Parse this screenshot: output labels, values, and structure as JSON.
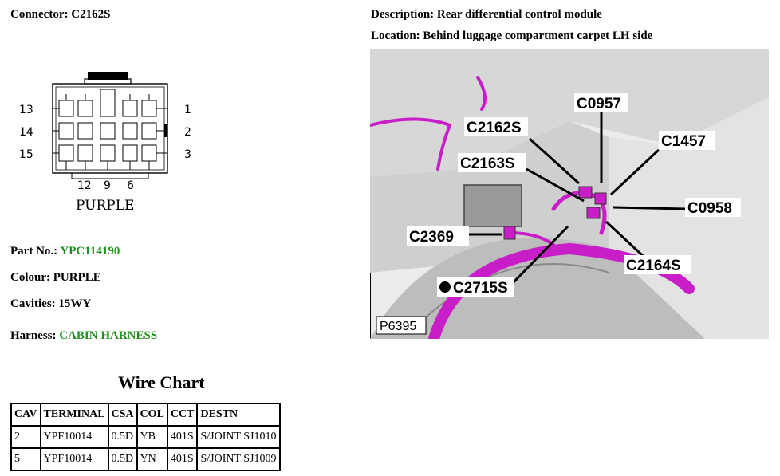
{
  "connector": {
    "label": "Connector:",
    "value": "C2162S",
    "pin_left": [
      "13",
      "14",
      "15"
    ],
    "pin_right": [
      "1",
      "2",
      "3"
    ],
    "pin_bottom": [
      "12",
      "9",
      "6"
    ],
    "housing_colour": "PURPLE"
  },
  "description": {
    "label": "Description:",
    "value": "Rear differential control module"
  },
  "location": {
    "label": "Location:",
    "value": "Behind luggage compartment carpet LH side"
  },
  "details": {
    "part_no_label": "Part No.:",
    "part_no": "YPC114190",
    "colour_label": "Colour:",
    "colour": "PURPLE",
    "cavities_label": "Cavities:",
    "cavities": "15WY",
    "harness_label": "Harness:",
    "harness": "CABIN HARNESS"
  },
  "photo": {
    "callouts": [
      "C0957",
      "C2162S",
      "C1457",
      "C2163S",
      "C0958",
      "C2369",
      "C2164S",
      "C2715S"
    ],
    "figure_id": "P6395"
  },
  "wire_chart": {
    "title": "Wire Chart",
    "headers": [
      "CAV",
      "TERMINAL",
      "CSA",
      "COL",
      "CCT",
      "DESTN"
    ],
    "rows": [
      [
        "2",
        "YPF10014",
        "0.5D",
        "YB",
        "401S",
        "S/JOINT SJ1010"
      ],
      [
        "5",
        "YPF10014",
        "0.5D",
        "YN",
        "401S",
        "S/JOINT SJ1009"
      ]
    ]
  },
  "colors": {
    "link_green": "#1f8f1f",
    "harness_magenta": "#c81ec8"
  }
}
